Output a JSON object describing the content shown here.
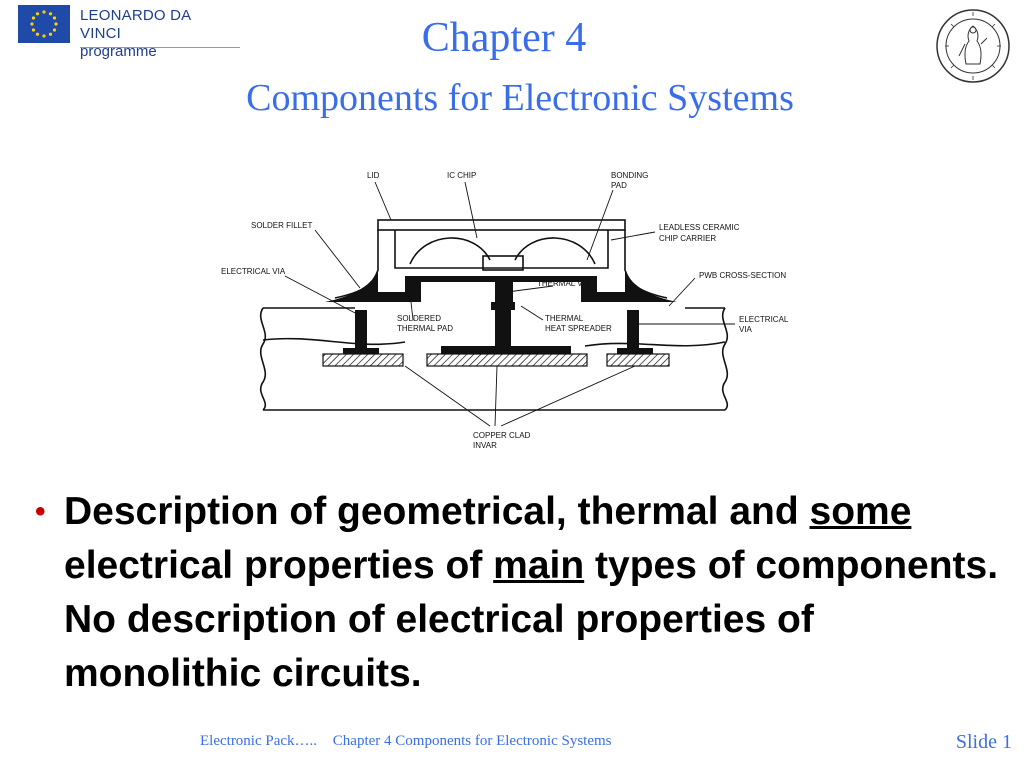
{
  "header": {
    "logo_line1": "LEONARDO DA VINCI",
    "logo_line2": "programme",
    "title_line1": "Chapter 4",
    "title_line2": "Components for Electronic Systems"
  },
  "diagram": {
    "labels": {
      "lid": "LID",
      "ic_chip": "IC CHIP",
      "bonding_pad_1": "BONDING",
      "bonding_pad_2": "PAD",
      "solder_fillet": "SOLDER FILLET",
      "leadless_1": "LEADLESS CERAMIC",
      "leadless_2": "CHIP CARRIER",
      "electrical_via_left": "ELECTRICAL VIA",
      "pwb": "PWB CROSS-SECTION",
      "thermal_via": "THERMAL VIA",
      "soldered_1": "SOLDERED",
      "soldered_2": "THERMAL PAD",
      "thermal_1": "THERMAL",
      "thermal_2": "HEAT SPREADER",
      "electrical_via_right_1": "ELECTRICAL",
      "electrical_via_right_2": "VIA",
      "copper_1": "COPPER CLAD",
      "copper_2": "INVAR"
    }
  },
  "body": {
    "text_part1": "Description of geometrical, thermal and ",
    "text_some": "some",
    "text_part2": " electrical properties of ",
    "text_main": "main",
    "text_part3": " types of components. No description of electrical properties of monolithic circuits."
  },
  "footer": {
    "left": "Electronic Pack…..",
    "center": "Chapter 4 Components for Electronic Systems",
    "slide": "Slide 1"
  }
}
